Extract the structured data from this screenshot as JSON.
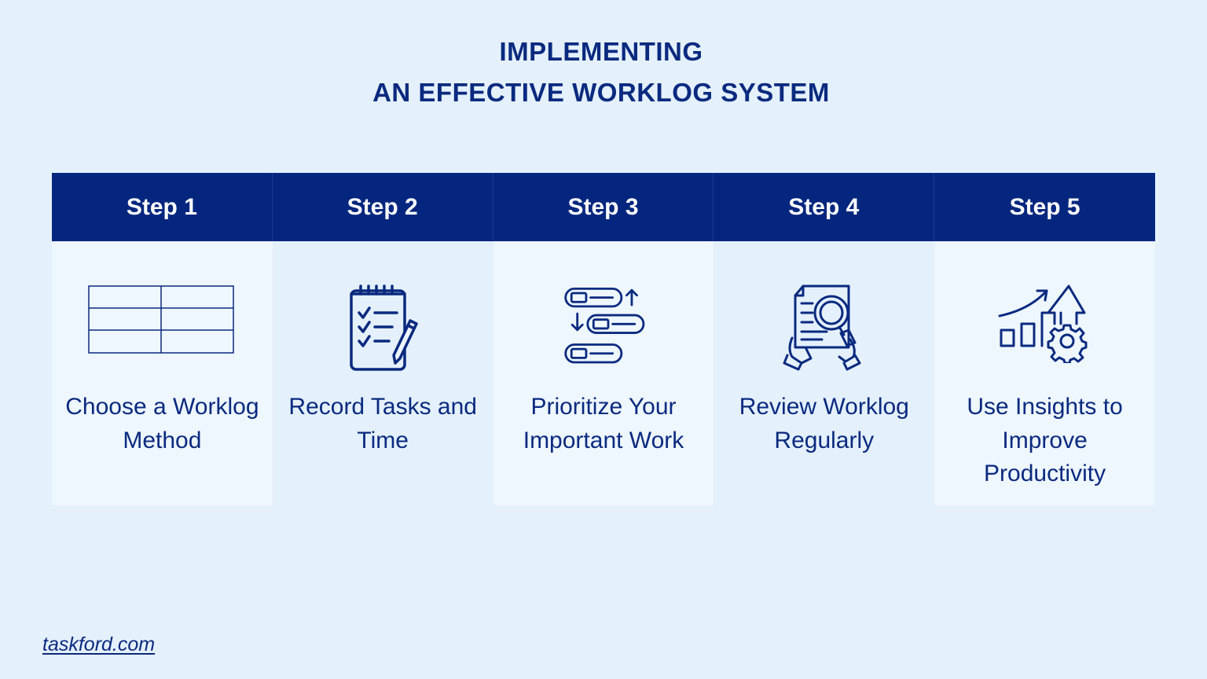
{
  "title": {
    "line1": "IMPLEMENTING",
    "line2": "AN EFFECTIVE WORKLOG SYSTEM"
  },
  "steps": [
    {
      "header": "Step 1",
      "label": "Choose a Worklog Method",
      "icon": "table-grid-icon"
    },
    {
      "header": "Step 2",
      "label": "Record Tasks and Time",
      "icon": "checklist-notepad-icon"
    },
    {
      "header": "Step 3",
      "label": "Prioritize Your Important Work",
      "icon": "priority-sort-icon"
    },
    {
      "header": "Step 4",
      "label": "Review Worklog Regularly",
      "icon": "document-magnifier-icon"
    },
    {
      "header": "Step 5",
      "label": "Use Insights to Improve Productivity",
      "icon": "growth-chart-gear-icon"
    }
  ],
  "footer": {
    "link": "taskford.com"
  },
  "colors": {
    "background": "#e4f0fc",
    "header": "#04267e",
    "text": "#0a2a7f",
    "panel_light": "#eef6fe"
  }
}
